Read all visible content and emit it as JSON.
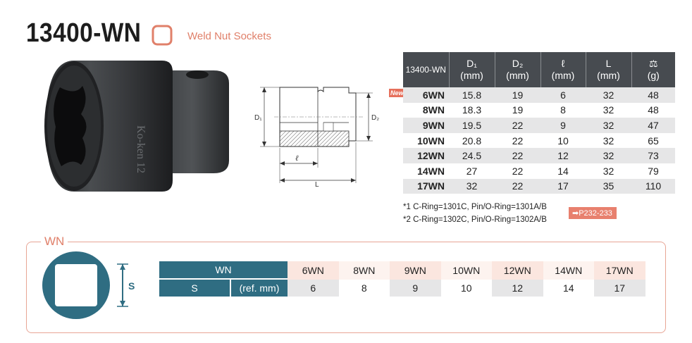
{
  "header": {
    "title": "13400-WN",
    "subtitle": "Weld Nut Sockets"
  },
  "spec_table": {
    "headers": [
      {
        "line1": "13400-WN",
        "line2": ""
      },
      {
        "line1": "D₁",
        "line2": "(mm)"
      },
      {
        "line1": "D₂",
        "line2": "(mm)"
      },
      {
        "line1": "ℓ",
        "line2": "(mm)"
      },
      {
        "line1": "L",
        "line2": "(mm)"
      },
      {
        "line1": "⚖",
        "line2": "(g)"
      }
    ],
    "new_badge": "New",
    "rows": [
      [
        "6WN",
        "15.8",
        "19",
        "6",
        "32",
        "48"
      ],
      [
        "8WN",
        "18.3",
        "19",
        "8",
        "32",
        "48"
      ],
      [
        "9WN",
        "19.5",
        "22",
        "9",
        "32",
        "47"
      ],
      [
        "10WN",
        "20.8",
        "22",
        "10",
        "32",
        "65"
      ],
      [
        "12WN",
        "24.5",
        "22",
        "12",
        "32",
        "73"
      ],
      [
        "14WN",
        "27",
        "22",
        "14",
        "32",
        "79"
      ],
      [
        "17WN",
        "32",
        "22",
        "17",
        "35",
        "110"
      ]
    ]
  },
  "notes": {
    "note1": "*1 C-Ring=1301C, Pin/O-Ring=1301A/B",
    "note2": "*2 C-Ring=1302C, Pin/O-Ring=1302A/B",
    "page_ref": "➡P232-233"
  },
  "drawing": {
    "d1": "D₁",
    "d2": "D₂",
    "l_small": "ℓ",
    "l_big": "L"
  },
  "wn_panel": {
    "label": "WN",
    "s_label": "S",
    "header_row_label": "WN",
    "value_row_label": "S",
    "value_row_unit": "(ref. mm)",
    "sizes": [
      "6WN",
      "8WN",
      "9WN",
      "10WN",
      "12WN",
      "14WN",
      "17WN"
    ],
    "s_values": [
      "6",
      "8",
      "9",
      "10",
      "12",
      "14",
      "17"
    ]
  },
  "colors": {
    "accent": "#e0806a",
    "table_header": "#474b50",
    "wn_header": "#2f6d82"
  }
}
